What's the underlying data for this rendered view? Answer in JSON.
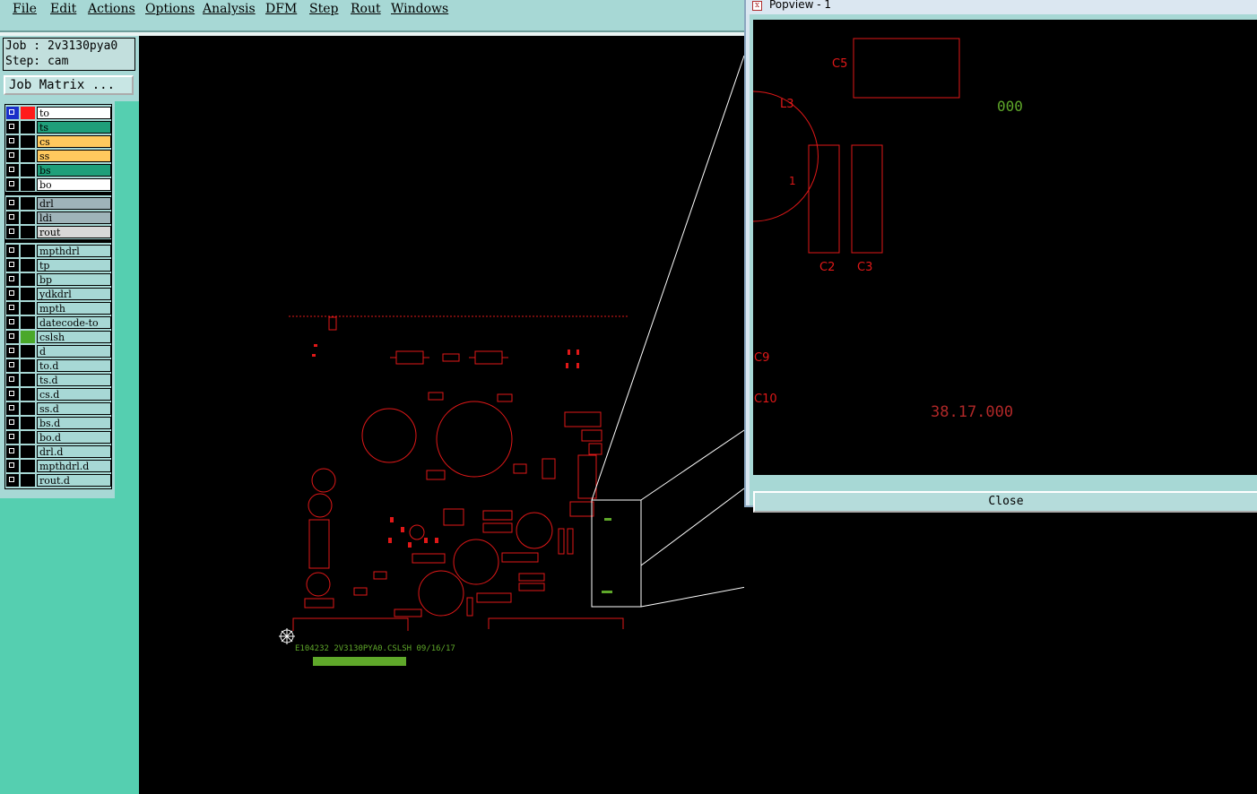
{
  "menu": {
    "file": "File",
    "edit": "Edit",
    "actions": "Actions",
    "options": "Options",
    "analysis": "Analysis",
    "dfm": "DFM",
    "step": "Step",
    "rout": "Rout",
    "windows": "Windows"
  },
  "job": {
    "job_line": "Job : 2v3130pya0",
    "step_line": "Step: cam",
    "matrix_button": "Job Matrix ..."
  },
  "layers": [
    {
      "name": "to",
      "color": "#ffffff"
    },
    {
      "name": "ts",
      "color": "#1f9f7a"
    },
    {
      "name": "cs",
      "color": "#ffc95e"
    },
    {
      "name": "ss",
      "color": "#ffc95e"
    },
    {
      "name": "bs",
      "color": "#1f9f7a"
    },
    {
      "name": "bo",
      "color": "#ffffff"
    },
    {
      "name": "drl",
      "color": "#9fb3b9"
    },
    {
      "name": "ldi",
      "color": "#9fb3b9"
    },
    {
      "name": "rout",
      "color": "#d8d8d8"
    },
    {
      "name": "mpthdrl",
      "color": "#a7d8d5"
    },
    {
      "name": "tp",
      "color": "#a7d8d5"
    },
    {
      "name": "bp",
      "color": "#a7d8d5"
    },
    {
      "name": "ydkdrl",
      "color": "#a7d8d5"
    },
    {
      "name": "mpth",
      "color": "#a7d8d5"
    },
    {
      "name": "datecode-to",
      "color": "#a7d8d5"
    },
    {
      "name": "cslsh",
      "color": "#a7d8d5"
    },
    {
      "name": "d",
      "color": "#a7d8d5"
    },
    {
      "name": "to.d",
      "color": "#a7d8d5"
    },
    {
      "name": "ts.d",
      "color": "#a7d8d5"
    },
    {
      "name": "cs.d",
      "color": "#a7d8d5"
    },
    {
      "name": "ss.d",
      "color": "#a7d8d5"
    },
    {
      "name": "bs.d",
      "color": "#a7d8d5"
    },
    {
      "name": "bo.d",
      "color": "#a7d8d5"
    },
    {
      "name": "drl.d",
      "color": "#a7d8d5"
    },
    {
      "name": "mpthdrl.d",
      "color": "#a7d8d5"
    },
    {
      "name": "rout.d",
      "color": "#a7d8d5"
    }
  ],
  "board": {
    "silkscreen_text": "E104232 2V3130PYA0.CSLSH 09/16/17"
  },
  "popview": {
    "title": "Popview - 1",
    "close_label": "Close",
    "labels": {
      "c5": "C5",
      "l3": "L3",
      "one": "1",
      "c2": "C2",
      "c3": "C3",
      "c9": "C9",
      "c10": "C10",
      "code_top": "000",
      "code_bottom": "38.17.000"
    }
  },
  "colors": {
    "panel_bg": "#a7d8d5",
    "panel_accent": "#55cfb0",
    "trace_red": "#e01818",
    "trace_green": "#5fa82a"
  }
}
